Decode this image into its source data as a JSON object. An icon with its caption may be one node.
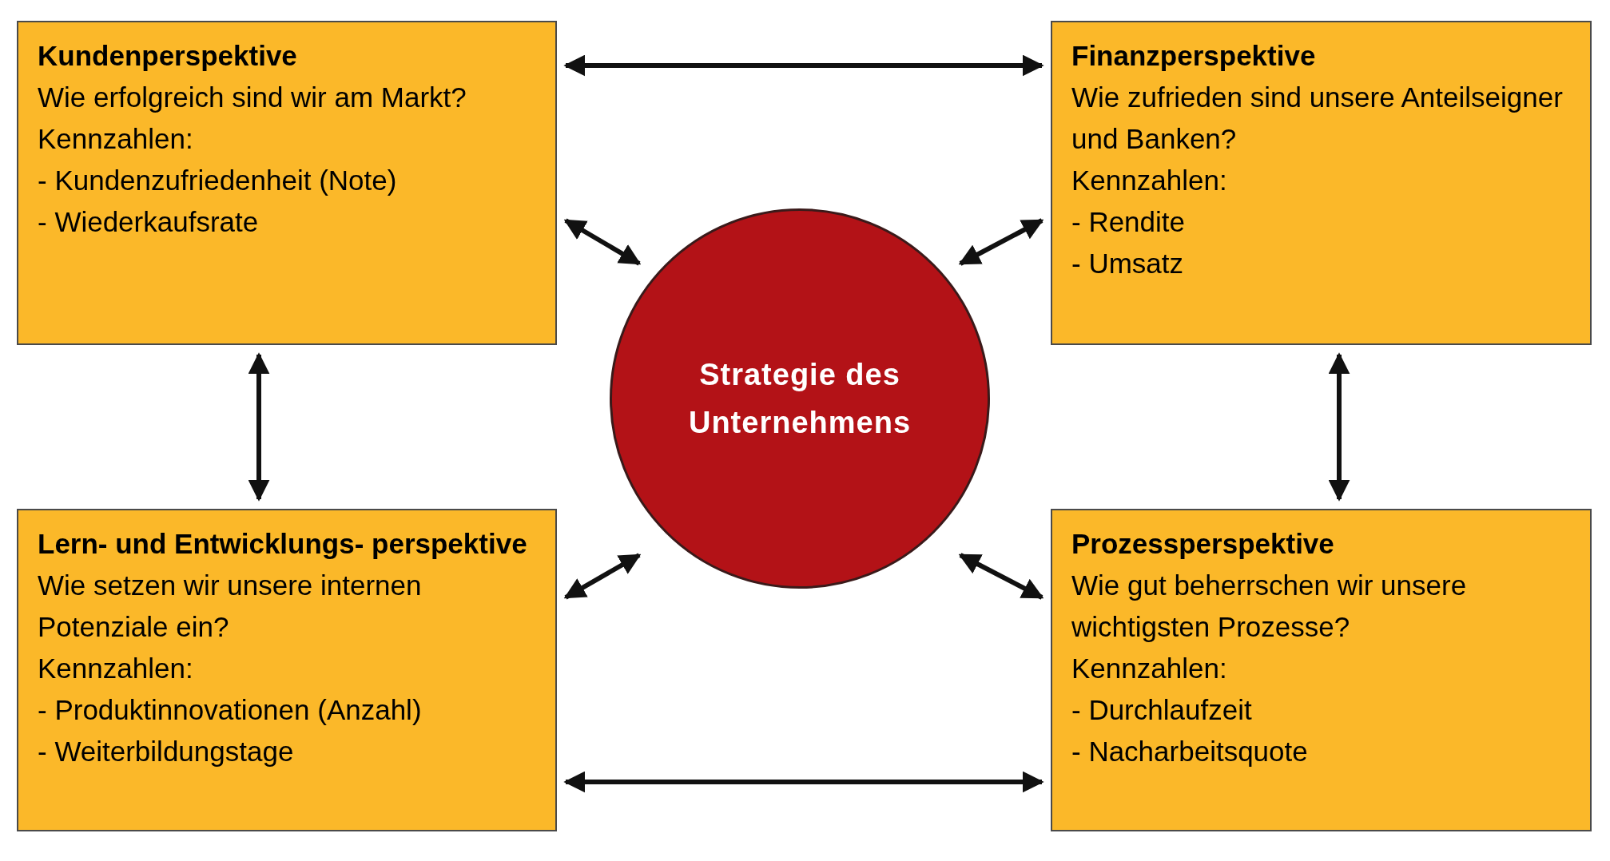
{
  "diagram": {
    "nodes": [
      {
        "text": [
          "Kundenperspektive",
          "Wie erfolgreich sind wir am Markt?",
          "Kennzahlen:",
          "- Kundenzufriedenheit (Note)",
          "- Wiederkaufsrate"
        ]
      },
      {
        "text": [
          "Finanzperspektive",
          "Wie zufrieden sind unsere Anteilseigner und Banken?",
          "Kennzahlen:",
          "- Rendite",
          "- Umsatz"
        ]
      },
      {
        "text": [
          "Strategie des Unternehmens"
        ]
      },
      {
        "text": [
          "Lern- und Entwicklungs- perspektive",
          "Wie setzen wir unsere internen Potenziale ein?",
          "Kennzahlen:",
          "- Produktinnovationen (Anzahl)",
          "- Weiterbildungstage"
        ]
      },
      {
        "text": [
          "Prozessperspektive",
          "Wie gut beherrschen wir unsere wichtigsten Prozesse?",
          "Kennzahlen:",
          "- Durchlaufzeit",
          "- Nacharbeitsquote"
        ]
      }
    ],
    "edges": [
      {
        "from": 0,
        "to": 1,
        "arrow": "both"
      },
      {
        "from": 0,
        "to": 2,
        "arrow": "both"
      },
      {
        "from": 1,
        "to": 2,
        "arrow": "both"
      },
      {
        "from": 0,
        "to": 3,
        "arrow": "both"
      },
      {
        "from": 1,
        "to": 4,
        "arrow": "both"
      },
      {
        "from": 3,
        "to": 2,
        "arrow": "both"
      },
      {
        "from": 4,
        "to": 2,
        "arrow": "both"
      },
      {
        "from": 3,
        "to": 4,
        "arrow": "both"
      }
    ]
  }
}
